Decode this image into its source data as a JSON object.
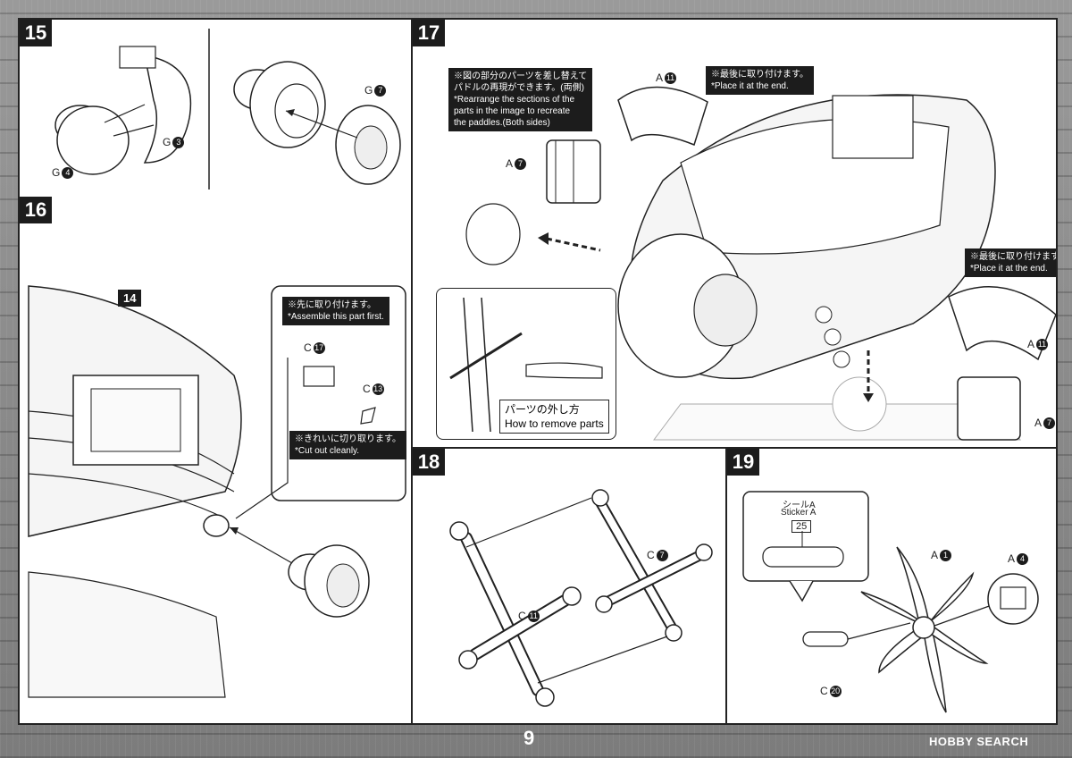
{
  "page_number": "9",
  "watermark": "HOBBY SEARCH",
  "step15": {
    "number": "15",
    "labels": [
      {
        "part": "G",
        "num": "3"
      },
      {
        "part": "G",
        "num": "4"
      },
      {
        "part": "G",
        "num": "7"
      }
    ]
  },
  "step16": {
    "number": "16",
    "ref_badge": "14",
    "note_first_jp": "※先に取り付けます。",
    "note_first_en": "*Assemble this part first.",
    "note_cut_jp": "※きれいに切り取ります。",
    "note_cut_en": "*Cut out cleanly.",
    "labels": [
      {
        "part": "C",
        "num": "17"
      },
      {
        "part": "C",
        "num": "13"
      }
    ]
  },
  "step17": {
    "number": "17",
    "note_rearrange_jp1": "※図の部分のパーツを差し替えて",
    "note_rearrange_jp2": "パドルの再現ができます。(両側)",
    "note_rearrange_en1": "*Rearrange the sections of the",
    "note_rearrange_en2": "parts in the image to recreate",
    "note_rearrange_en3": "the paddles.(Both sides)",
    "note_end1_jp": "※最後に取り付けます。",
    "note_end1_en": "*Place it at the end.",
    "note_end2_jp": "※最後に取り付けます。",
    "note_end2_en": "*Place it at the end.",
    "howto_jp": "パーツの外し方",
    "howto_en": "How to remove parts",
    "labels": [
      {
        "part": "A",
        "num": "11"
      },
      {
        "part": "A",
        "num": "7"
      },
      {
        "part": "A",
        "num": "11"
      },
      {
        "part": "A",
        "num": "7"
      }
    ]
  },
  "step18": {
    "number": "18",
    "labels": [
      {
        "part": "C",
        "num": "7"
      },
      {
        "part": "C",
        "num": "11"
      }
    ]
  },
  "step19": {
    "number": "19",
    "sticker_jp": "シールA",
    "sticker_en": "Sticker A",
    "sticker_num": "25",
    "labels": [
      {
        "part": "A",
        "num": "1"
      },
      {
        "part": "A",
        "num": "4"
      },
      {
        "part": "C",
        "num": "20"
      }
    ]
  }
}
